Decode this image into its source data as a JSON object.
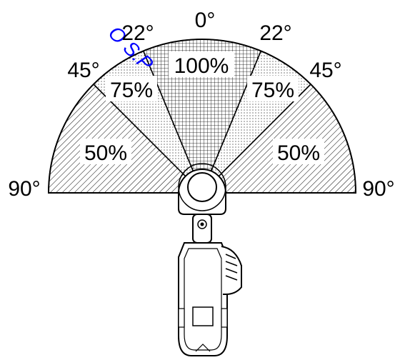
{
  "watermark": {
    "text": "O S.P",
    "color": "#0000ff"
  },
  "angles": {
    "top_center": "0°",
    "upper_left": "22°",
    "upper_right": "22°",
    "mid_left": "45°",
    "mid_right": "45°",
    "side_left": "90°",
    "side_right": "90°"
  },
  "zones": {
    "center": "100%",
    "inner_left": "75%",
    "inner_right": "75%",
    "outer_left": "50%",
    "outer_right": "50%"
  },
  "colors": {
    "line": "#000000",
    "background": "#ffffff",
    "watermark": "#0000ff"
  }
}
